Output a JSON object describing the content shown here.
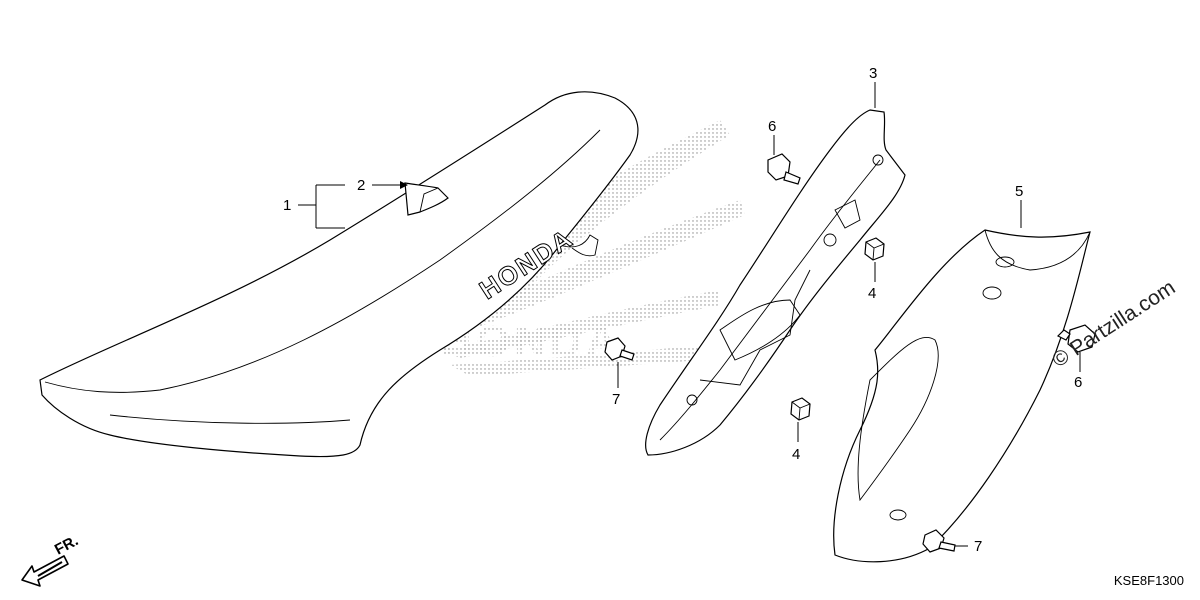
{
  "callouts": {
    "c1": "1",
    "c2": "2",
    "c3": "3",
    "c4a": "4",
    "c4b": "4",
    "c5": "5",
    "c6a": "6",
    "c6b": "6",
    "c7a": "7",
    "c7b": "7"
  },
  "seat_brand": "HONDA",
  "background_brand": "HONDA",
  "direction_label": "FR.",
  "diagram_code": "KSE8F1300",
  "watermark": "© Partzilla.com"
}
